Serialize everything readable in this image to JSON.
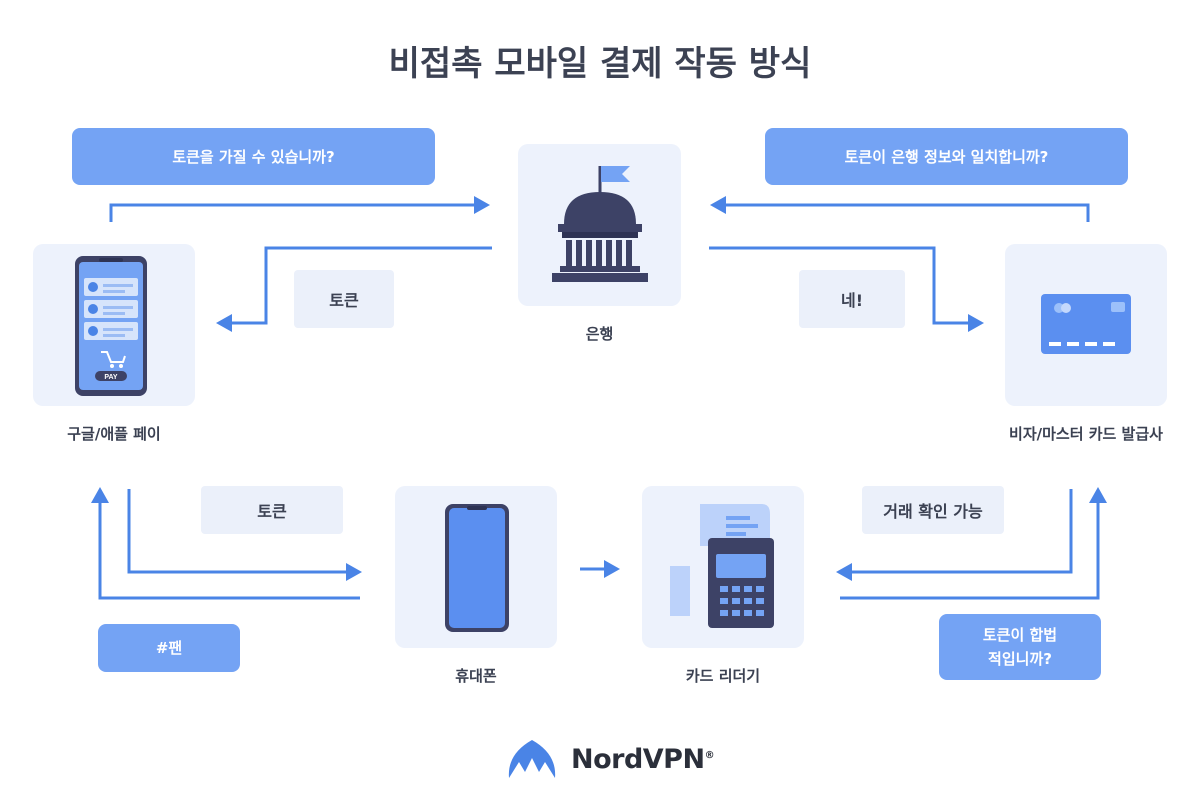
{
  "title": "비접촉 모바일 결제 작동 방식",
  "bubbles": {
    "can_have_token": "토큰을 가질 수 있습니까?",
    "token_matches": "토큰이 은행 정보와 일치합니까?",
    "token_legit_line1": "토큰이 합법",
    "token_legit_line2": "적입니까?"
  },
  "labels": {
    "token_bank": "토큰",
    "yes": "네!",
    "token_phone": "토큰",
    "pan": "#팬",
    "transaction_ok": "거래 확인 가능"
  },
  "nodes": {
    "bank": "은행",
    "google_apple_pay": "구글/애플 페이",
    "card_issuer": "비자/마스터 카드 발급사",
    "phone": "휴대폰",
    "card_reader": "카드 리더기"
  },
  "pay_badge": "PAY",
  "brand": {
    "name": "NordVPN",
    "mark": "®"
  },
  "colors": {
    "accent": "#74a3f4",
    "arrow": "#4a84e6",
    "tile": "#edf2fc",
    "text": "#3b4152"
  },
  "icons": [
    "bank-icon",
    "flag-icon",
    "smartphone-pay-icon",
    "credit-card-icon",
    "smartphone-icon",
    "card-reader-icon",
    "nordvpn-logo-icon"
  ]
}
